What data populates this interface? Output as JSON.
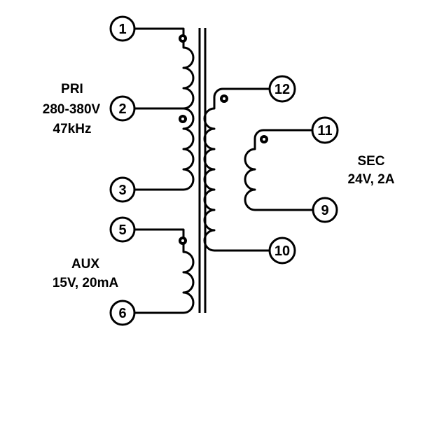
{
  "pins": {
    "p1": "1",
    "p2": "2",
    "p3": "3",
    "p5": "5",
    "p6": "6",
    "p9": "9",
    "p10": "10",
    "p11": "11",
    "p12": "12"
  },
  "labels": {
    "pri": [
      "PRI",
      "280-380V",
      "47kHz"
    ],
    "aux": [
      "AUX",
      "15V, 20mA"
    ],
    "sec": [
      "SEC",
      "24V, 2A"
    ]
  },
  "colors": {
    "ink": "#000000",
    "background": "#ffffff"
  }
}
